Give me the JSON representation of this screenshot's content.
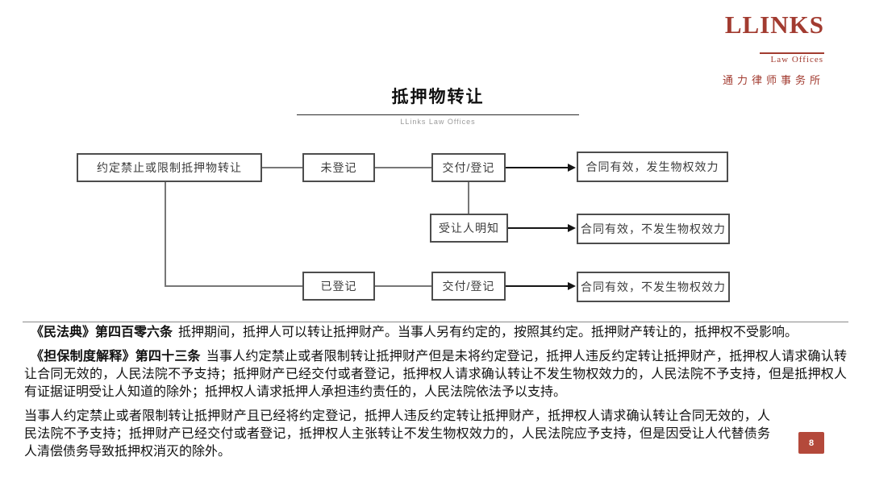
{
  "logo": {
    "name": "LLINKS",
    "subtitle": "Law Offices",
    "chinese": "通力律师事务所"
  },
  "header": {
    "title": "抵押物转让",
    "subtitle": "LLinks Law Offices"
  },
  "flowchart": {
    "boxes": [
      {
        "id": "restrict",
        "label": "约定禁止或限制抵押物转让"
      },
      {
        "id": "not-registered",
        "label": "未登记"
      },
      {
        "id": "deliver-reg-1",
        "label": "交付/登记"
      },
      {
        "id": "valid-effect",
        "label": "合同有效，发生物权效力"
      },
      {
        "id": "transferee-knew",
        "label": "受让人明知"
      },
      {
        "id": "valid-no-effect-1",
        "label": "合同有效，不发生物权效力"
      },
      {
        "id": "registered",
        "label": "已登记"
      },
      {
        "id": "deliver-reg-2",
        "label": "交付/登记"
      },
      {
        "id": "valid-no-effect-2",
        "label": "合同有效，不发生物权效力"
      }
    ]
  },
  "legal": {
    "p1": {
      "ref": "《民法典》第四百零六条",
      "body": "抵押期间，抵押人可以转让抵押财产。当事人另有约定的，按照其约定。抵押财产转让的，抵押权不受影响。"
    },
    "p2": {
      "ref": "《担保制度解释》第四十三条",
      "body": "当事人约定禁止或者限制转让抵押财产但是未将约定登记，抵押人违反约定转让抵押财产，抵押权人请求确认转让合同无效的，人民法院不予支持；抵押财产已经交付或者登记，抵押权人请求确认转让不发生物权效力的，人民法院不予支持，但是抵押权人有证据证明受让人知道的除外；抵押权人请求抵押人承担违约责任的，人民法院依法予以支持。"
    },
    "p3": {
      "body": "当事人约定禁止或者限制转让抵押财产且已经将约定登记，抵押人违反约定转让抵押财产，抵押权人请求确认转让合同无效的，人民法院不予支持；抵押财产已经交付或者登记，抵押权人主张转让不发生物权效力的，人民法院应予支持，但是因受让人代替债务人清偿债务导致抵押权消灭的除外。"
    }
  },
  "page_number": "8",
  "colors": {
    "brand_red": "#a23b30",
    "badge_red": "#b4493b",
    "box_border": "#4d4d4d",
    "connector_gray": "#777777",
    "arrow_black": "#151515"
  }
}
